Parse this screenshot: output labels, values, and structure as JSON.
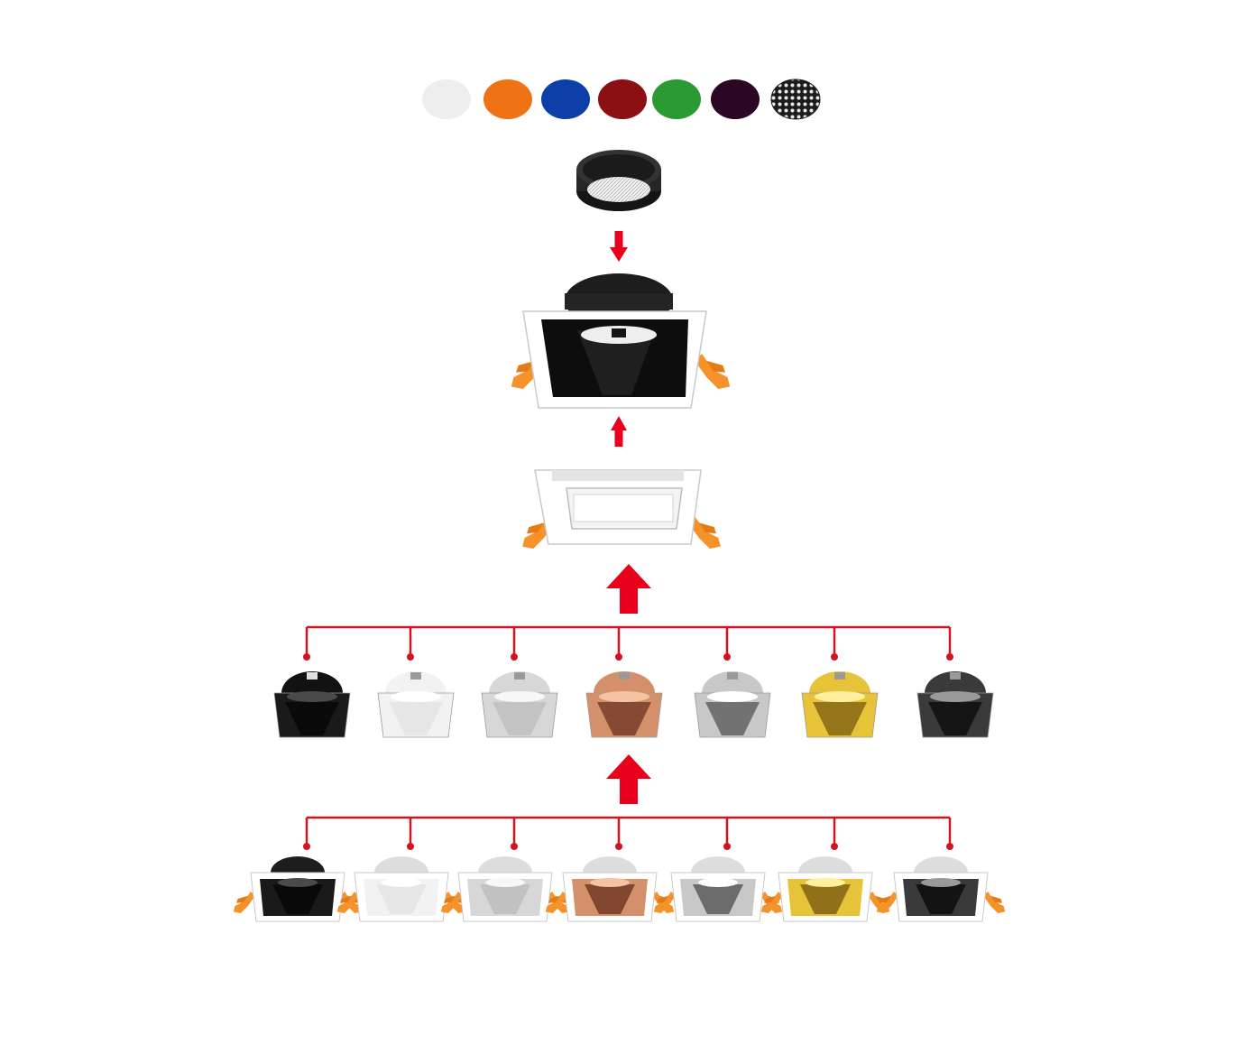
{
  "filters": [
    {
      "name": "frosted-white-filter",
      "color": "#eeeeee",
      "pattern": "plain"
    },
    {
      "name": "orange-filter",
      "color": "#ef7314",
      "pattern": "plain"
    },
    {
      "name": "blue-filter",
      "color": "#0d3fa8",
      "pattern": "plain"
    },
    {
      "name": "red-filter",
      "color": "#8c0f14",
      "pattern": "plain"
    },
    {
      "name": "green-filter",
      "color": "#2a9a32",
      "pattern": "plain"
    },
    {
      "name": "purple-filter",
      "color": "#2a0722",
      "pattern": "plain"
    },
    {
      "name": "honeycomb-filter",
      "color": "#1c1c1c",
      "pattern": "honeycomb"
    }
  ],
  "finishes": [
    {
      "name": "black",
      "outer": "#1a1a1a",
      "inner": "#050505",
      "glow": "#4a4a4a"
    },
    {
      "name": "white",
      "outer": "#f2f2f2",
      "inner": "#e2e2e2",
      "glow": "#ffffff"
    },
    {
      "name": "silver",
      "outer": "#d7d7d7",
      "inner": "#bcbcbc",
      "glow": "#f7f7f7"
    },
    {
      "name": "rose-gold",
      "outer": "#d4906b",
      "inner": "#6b3320",
      "glow": "#f3c3a3"
    },
    {
      "name": "chrome",
      "outer": "#c8c8c8",
      "inner": "#555555",
      "glow": "#ffffff"
    },
    {
      "name": "gold",
      "outer": "#e7c33a",
      "inner": "#7a5b10",
      "glow": "#fff0a0"
    },
    {
      "name": "black-chrome",
      "outer": "#3a3a3a",
      "inner": "#0a0a0a",
      "glow": "#9a9a9a"
    }
  ],
  "colors": {
    "arrow": "#e8001c",
    "connector": "#d21420",
    "clip": "#f5922a",
    "frame": "#ffffff",
    "frame_edge": "#c9c9c9",
    "dark_module": "#1d1d1d"
  },
  "icons": {
    "arrow_down": "down-arrow-icon",
    "arrow_up": "up-arrow-icon"
  }
}
